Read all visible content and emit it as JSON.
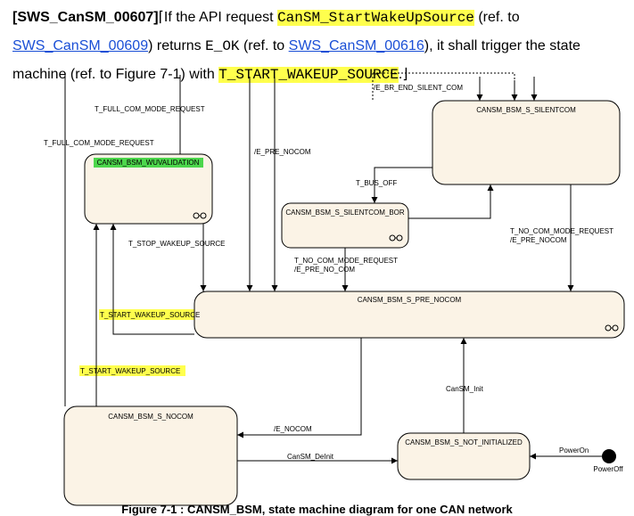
{
  "requirement": {
    "tag": "[SWS_CanSM_00607]",
    "mark_open": "⌈",
    "t1": "If the API request ",
    "api": "CanSM_StartWakeUpSource",
    "t2": " (ref. to ",
    "link1": "SWS_CanSM_00609",
    "t3": ") returns ",
    "eok": "E_OK",
    "t4": " (ref. to ",
    "link2": "SWS_CanSM_00616",
    "t5": "), it shall trigger the state machine (ref. to Figure 7-1) with ",
    "event": "T_START_WAKEUP_SOURCE",
    "t6": ".",
    "mark_close": "⌋"
  },
  "states": {
    "wuvalidation": "CANSM_BSM_WUVALIDATION",
    "silentcom": "CANSM_BSM_S_SILENTCOM",
    "silentcom_bor": "CANSM_BSM_S_SILENTCOM_BOR",
    "pre_nocom": "CANSM_BSM_S_PRE_NOCOM",
    "nocom": "CANSM_BSM_S_NOCOM",
    "not_initialized": "CANSM_BSM_S_NOT_INITIALIZED"
  },
  "pseudo": {
    "power_on": "PowerOn",
    "power_off": "PowerOff"
  },
  "transitions": {
    "e_br_end_silent_com": "/E_BR_END_SILENT_COM",
    "t_full_com_req_1": "T_FULL_COM_MODE_REQUEST",
    "t_full_com_req_2": "T_FULL_COM_MODE_REQUEST",
    "e_pre_nocom_1": "/E_PRE_NOCOM",
    "t_bus_off": "T_BUS_OFF",
    "t_stop_wakeup_source": "T_STOP_WAKEUP_SOURCE",
    "t_no_com_req_1": "T_NO_COM_MODE_REQUEST",
    "e_pre_no_com": "/E_PRE_NO_COM",
    "t_no_com_req_2": "T_NO_COM_MODE_REQUEST",
    "e_pre_nocom_2": "/E_PRE_NOCOM",
    "t_start_wakeup_source_1": "T_START_WAKEUP_SOURCE",
    "t_start_wakeup_source_2": "T_START_WAKEUP_SOURCE",
    "cansm_init": "CanSM_Init",
    "e_nocom": "/E_NOCOM",
    "cansm_deinit": "CanSM_DeInit"
  },
  "caption": "Figure 7-1 : CANSM_BSM, state machine diagram for one CAN network",
  "colors": {
    "state_fill": "#fbf3e6",
    "wuvalidation_title_bg": "#4cd64c",
    "highlight": "#ffff4d",
    "link": "#1a4fd6"
  }
}
